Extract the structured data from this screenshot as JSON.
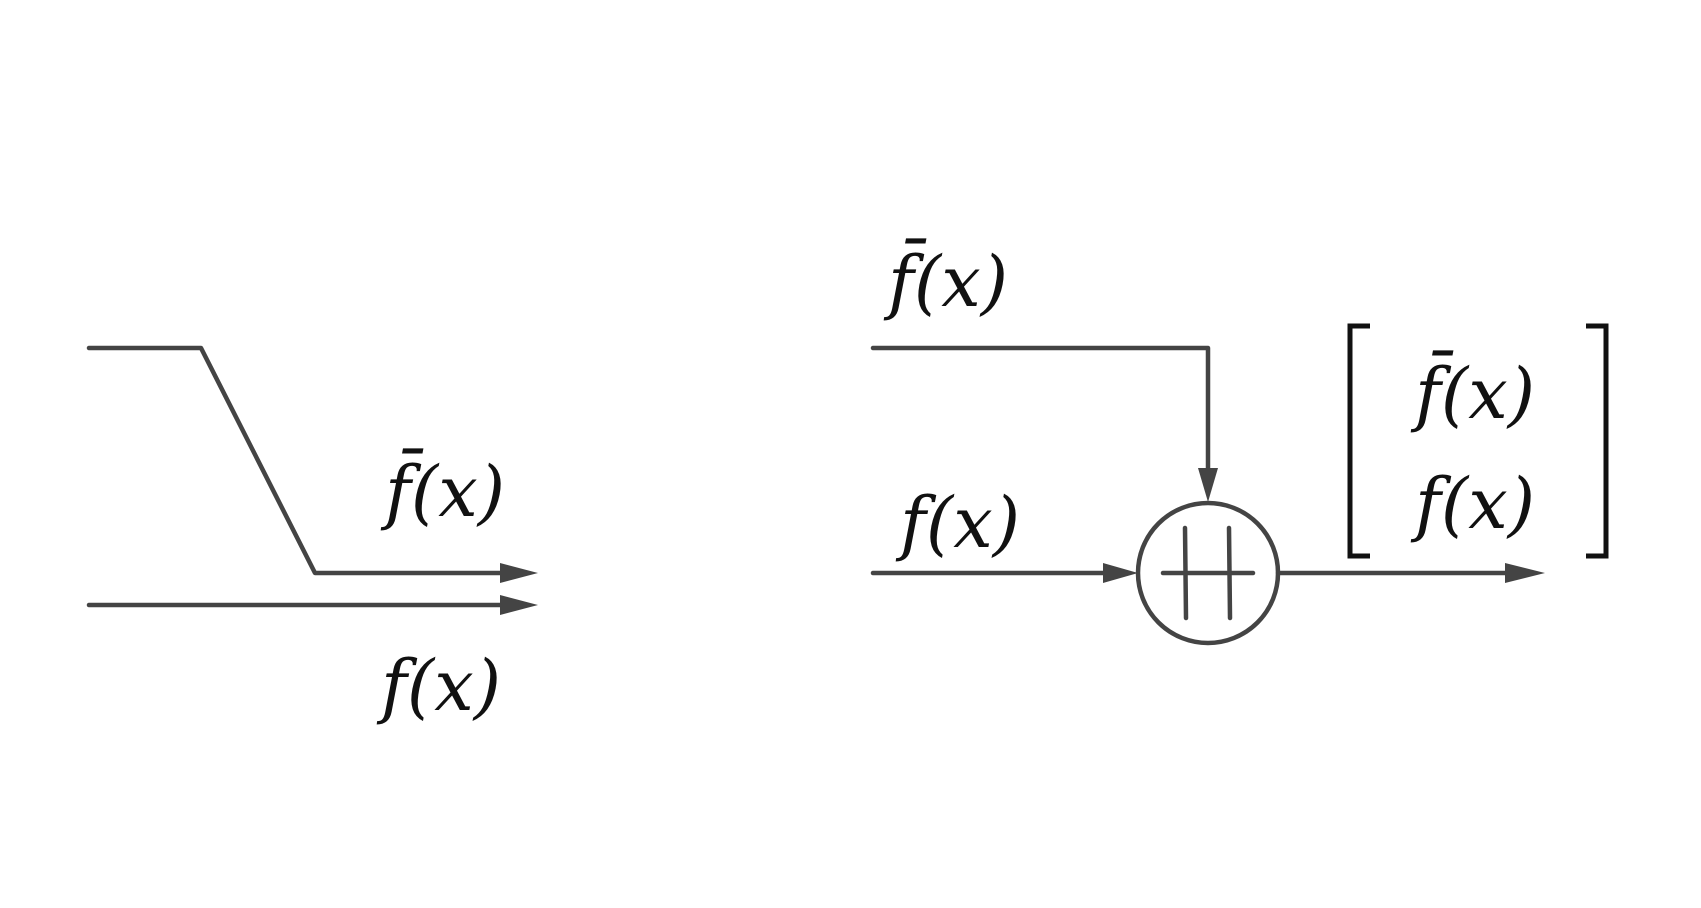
{
  "left_diagram": {
    "upper_output_label": "f̄(x)",
    "lower_output_label": "f(x)"
  },
  "right_diagram": {
    "top_input_label": "f̄(x)",
    "bottom_input_label": "f(x)",
    "combiner_symbol": "concatenation-operator-icon",
    "output_vector": [
      "f̄(x)",
      "f(x)"
    ]
  },
  "colors": {
    "wire": "#444444",
    "text": "#111111",
    "background": "#ffffff"
  }
}
